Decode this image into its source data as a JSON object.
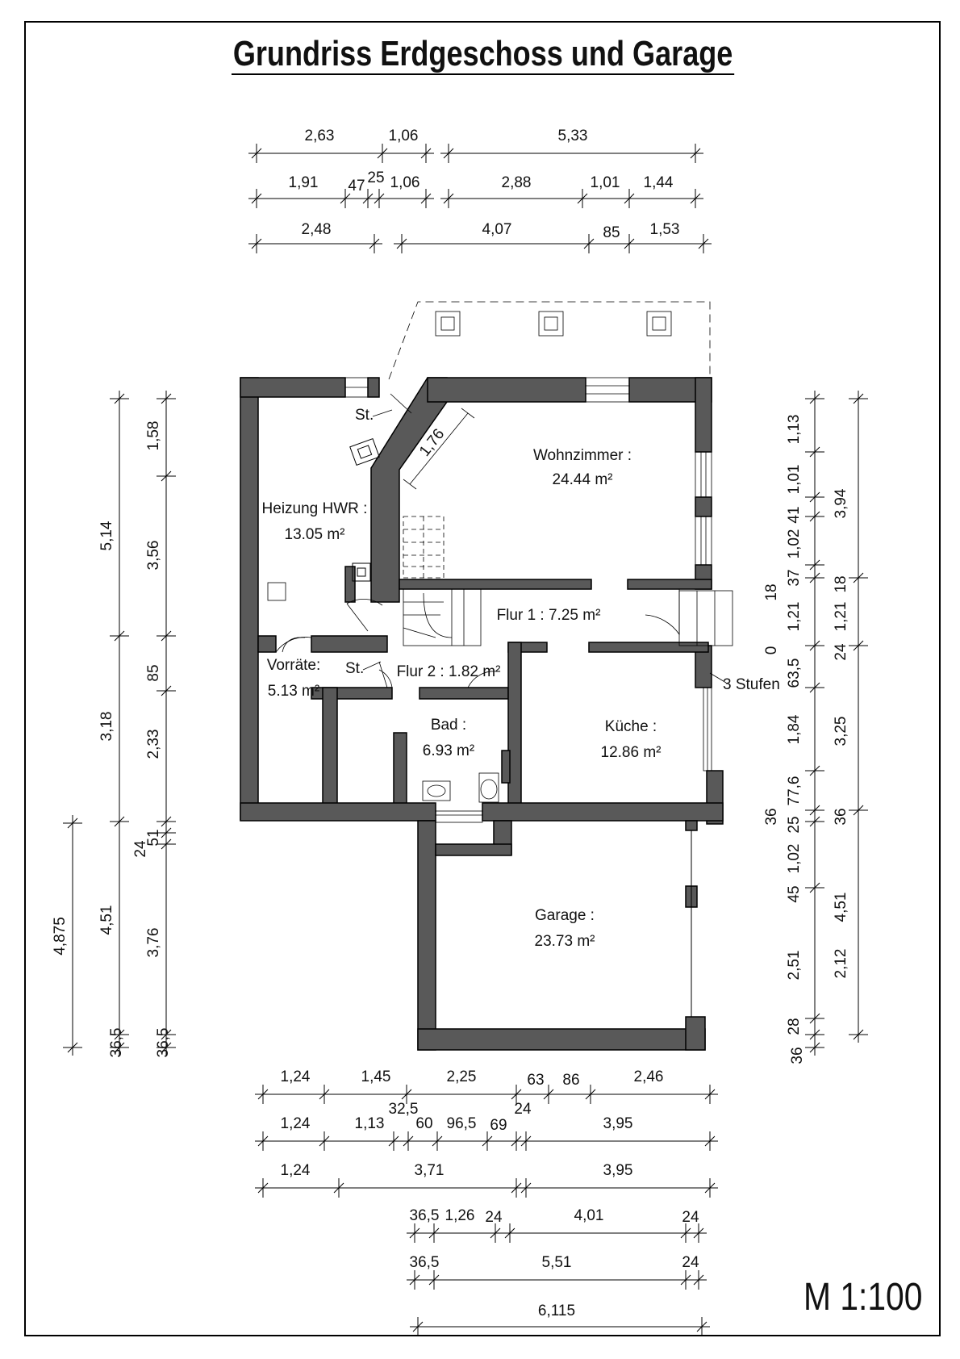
{
  "title": "Grundriss  Erdgeschoss und Garage",
  "scale": "M 1:100",
  "rooms": {
    "wohnzimmer": {
      "name": "Wohnzimmer :",
      "area": "24.44 m²"
    },
    "heizung": {
      "name": "Heizung HWR :",
      "area": "13.05 m²"
    },
    "flur1": {
      "label": "Flur 1 : 7.25 m²"
    },
    "flur2": {
      "label": "Flur 2 : 1.82 m²"
    },
    "vorraete": {
      "name": "Vorräte:",
      "area": "5.13 m²"
    },
    "bad": {
      "name": "Bad :",
      "area": "6.93 m²"
    },
    "kueche": {
      "name": "Küche :",
      "area": "12.86 m²"
    },
    "garage": {
      "name": "Garage :",
      "area": "23.73 m²"
    }
  },
  "annotations": {
    "st_top": "St.",
    "st_bottom": "St.",
    "stufen": "3 Stufen",
    "diag": "1,76"
  },
  "dims_top": {
    "row1": [
      "2,63",
      "1,06",
      "5,33"
    ],
    "row2": [
      "1,91",
      "47",
      "25",
      "1,06",
      "2,88",
      "1,01",
      "1,44"
    ],
    "row3": [
      "2,48",
      "4,07",
      "85",
      "1,53"
    ]
  },
  "dims_bottom": {
    "row1": [
      "1,24",
      "1,45",
      "2,25",
      "63",
      "86",
      "2,46"
    ],
    "row2": [
      "1,24",
      "1,13",
      "32,5",
      "60",
      "96,5",
      "69",
      "24",
      "3,95"
    ],
    "row3": [
      "1,24",
      "3,71",
      "3,95"
    ],
    "row4": [
      "36,5",
      "1,26",
      "24",
      "4,01",
      "24"
    ],
    "row5": [
      "36,5",
      "5,51",
      "24"
    ],
    "row6": [
      "6,115"
    ]
  },
  "dims_left": {
    "col1": [
      "4,875"
    ],
    "col2": [
      "5,14",
      "3,18",
      "4,51",
      "36,5"
    ],
    "col3": [
      "1,58",
      "3,56",
      "85",
      "2,33",
      "51",
      "24",
      "3,76",
      "36,5"
    ]
  },
  "dims_right": {
    "col1": [
      "18",
      "0",
      "36",
      "36"
    ],
    "col2": [
      "1,13",
      "1,01",
      "41",
      "1,02",
      "37",
      "1,21",
      "63,5",
      "1,84",
      "77,6",
      "25",
      "1,02",
      "45",
      "2,51",
      "28"
    ],
    "col3": [
      "18",
      "1,21",
      "24",
      "3,25",
      "36",
      "4,51",
      "2,12"
    ],
    "col4": [
      "3,94"
    ]
  }
}
